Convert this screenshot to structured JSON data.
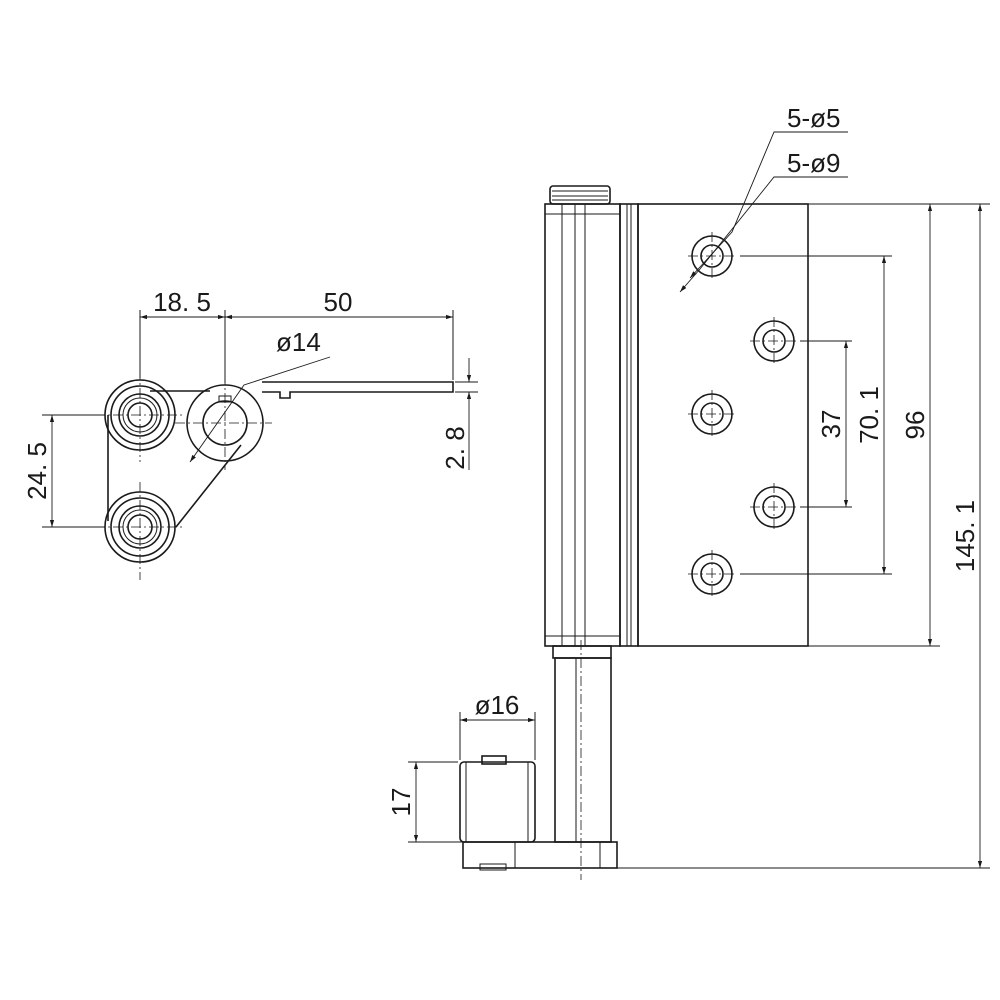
{
  "dimensions": {
    "top_gap": "18. 5",
    "top_leaf": "50",
    "pin_dia": "ø14",
    "thickness": "2. 8",
    "roll_spacing": "24. 5",
    "holes_small": "5-ø5",
    "holes_large": "5-ø9",
    "hole_pitch_inner": "37",
    "hole_pitch_outer": "70. 1",
    "leaf_height": "96",
    "total_height": "145. 1",
    "roller_dia": "ø16",
    "roller_height": "17"
  }
}
